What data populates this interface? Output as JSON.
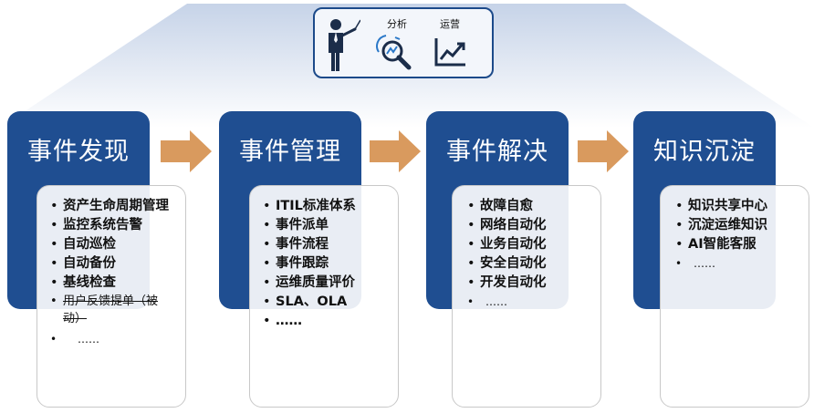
{
  "header": {
    "labels": [
      "分析",
      "运营"
    ],
    "icons": [
      "presenter-icon",
      "analysis-magnifier-icon",
      "growth-chart-icon"
    ],
    "colors": {
      "frame": "#1c4a8a",
      "roof_top": "#c6d3e8"
    }
  },
  "stages": [
    {
      "title": "事件发现",
      "items": [
        "资产生命周期管理",
        "监控系统告警",
        "自动巡检",
        "自动备份",
        "基线检查",
        "用户反馈提单（被动）",
        "……"
      ]
    },
    {
      "title": "事件管理",
      "items": [
        "ITIL标准体系",
        "事件派单",
        "事件流程",
        "事件跟踪",
        "运维质量评价",
        "SLA、OLA",
        "……"
      ]
    },
    {
      "title": "事件解决",
      "items": [
        "故障自愈",
        "网络自动化",
        "业务自动化",
        "安全自动化",
        "开发自动化",
        "……"
      ]
    },
    {
      "title": "知识沉淀",
      "items": [
        "知识共享中心",
        "沉淀运维知识",
        "AI智能客服",
        "……"
      ]
    }
  ],
  "colors": {
    "stage_fill": "#1f4e91",
    "arrow_fill": "#d99a5e"
  }
}
